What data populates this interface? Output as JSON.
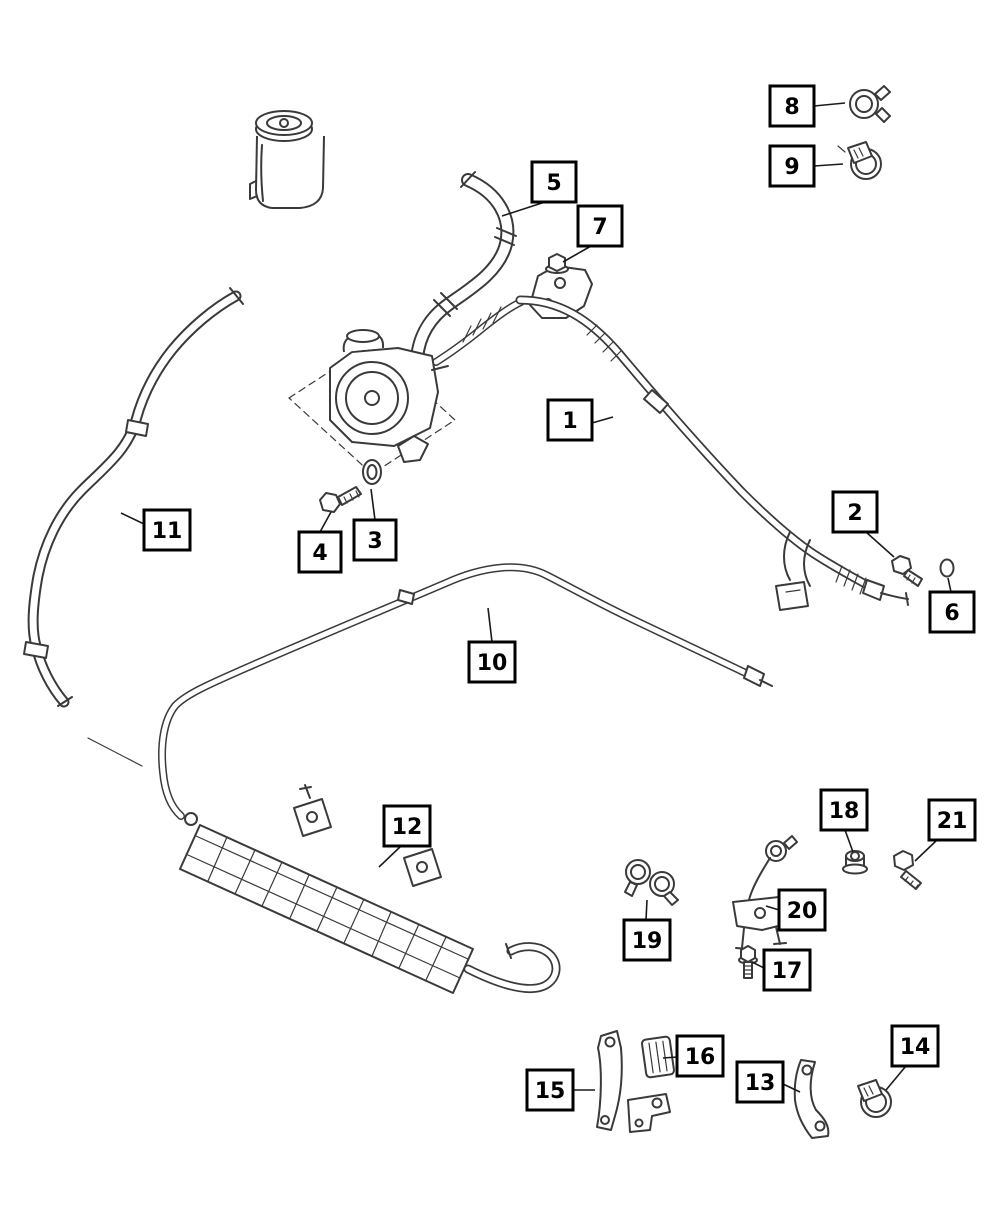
{
  "diagram": {
    "colors": {
      "outline": "#3a3a3a",
      "leader": "#1a1a1a",
      "callout_border": "#000000",
      "background": "#ffffff"
    },
    "callouts": {
      "1": "1",
      "2": "2",
      "3": "3",
      "4": "4",
      "5": "5",
      "6": "6",
      "7": "7",
      "8": "8",
      "9": "9",
      "10": "10",
      "11": "11",
      "12": "12",
      "13": "13",
      "14": "14",
      "15": "15",
      "16": "16",
      "17": "17",
      "18": "18",
      "19": "19",
      "20": "20",
      "21": "21"
    }
  }
}
